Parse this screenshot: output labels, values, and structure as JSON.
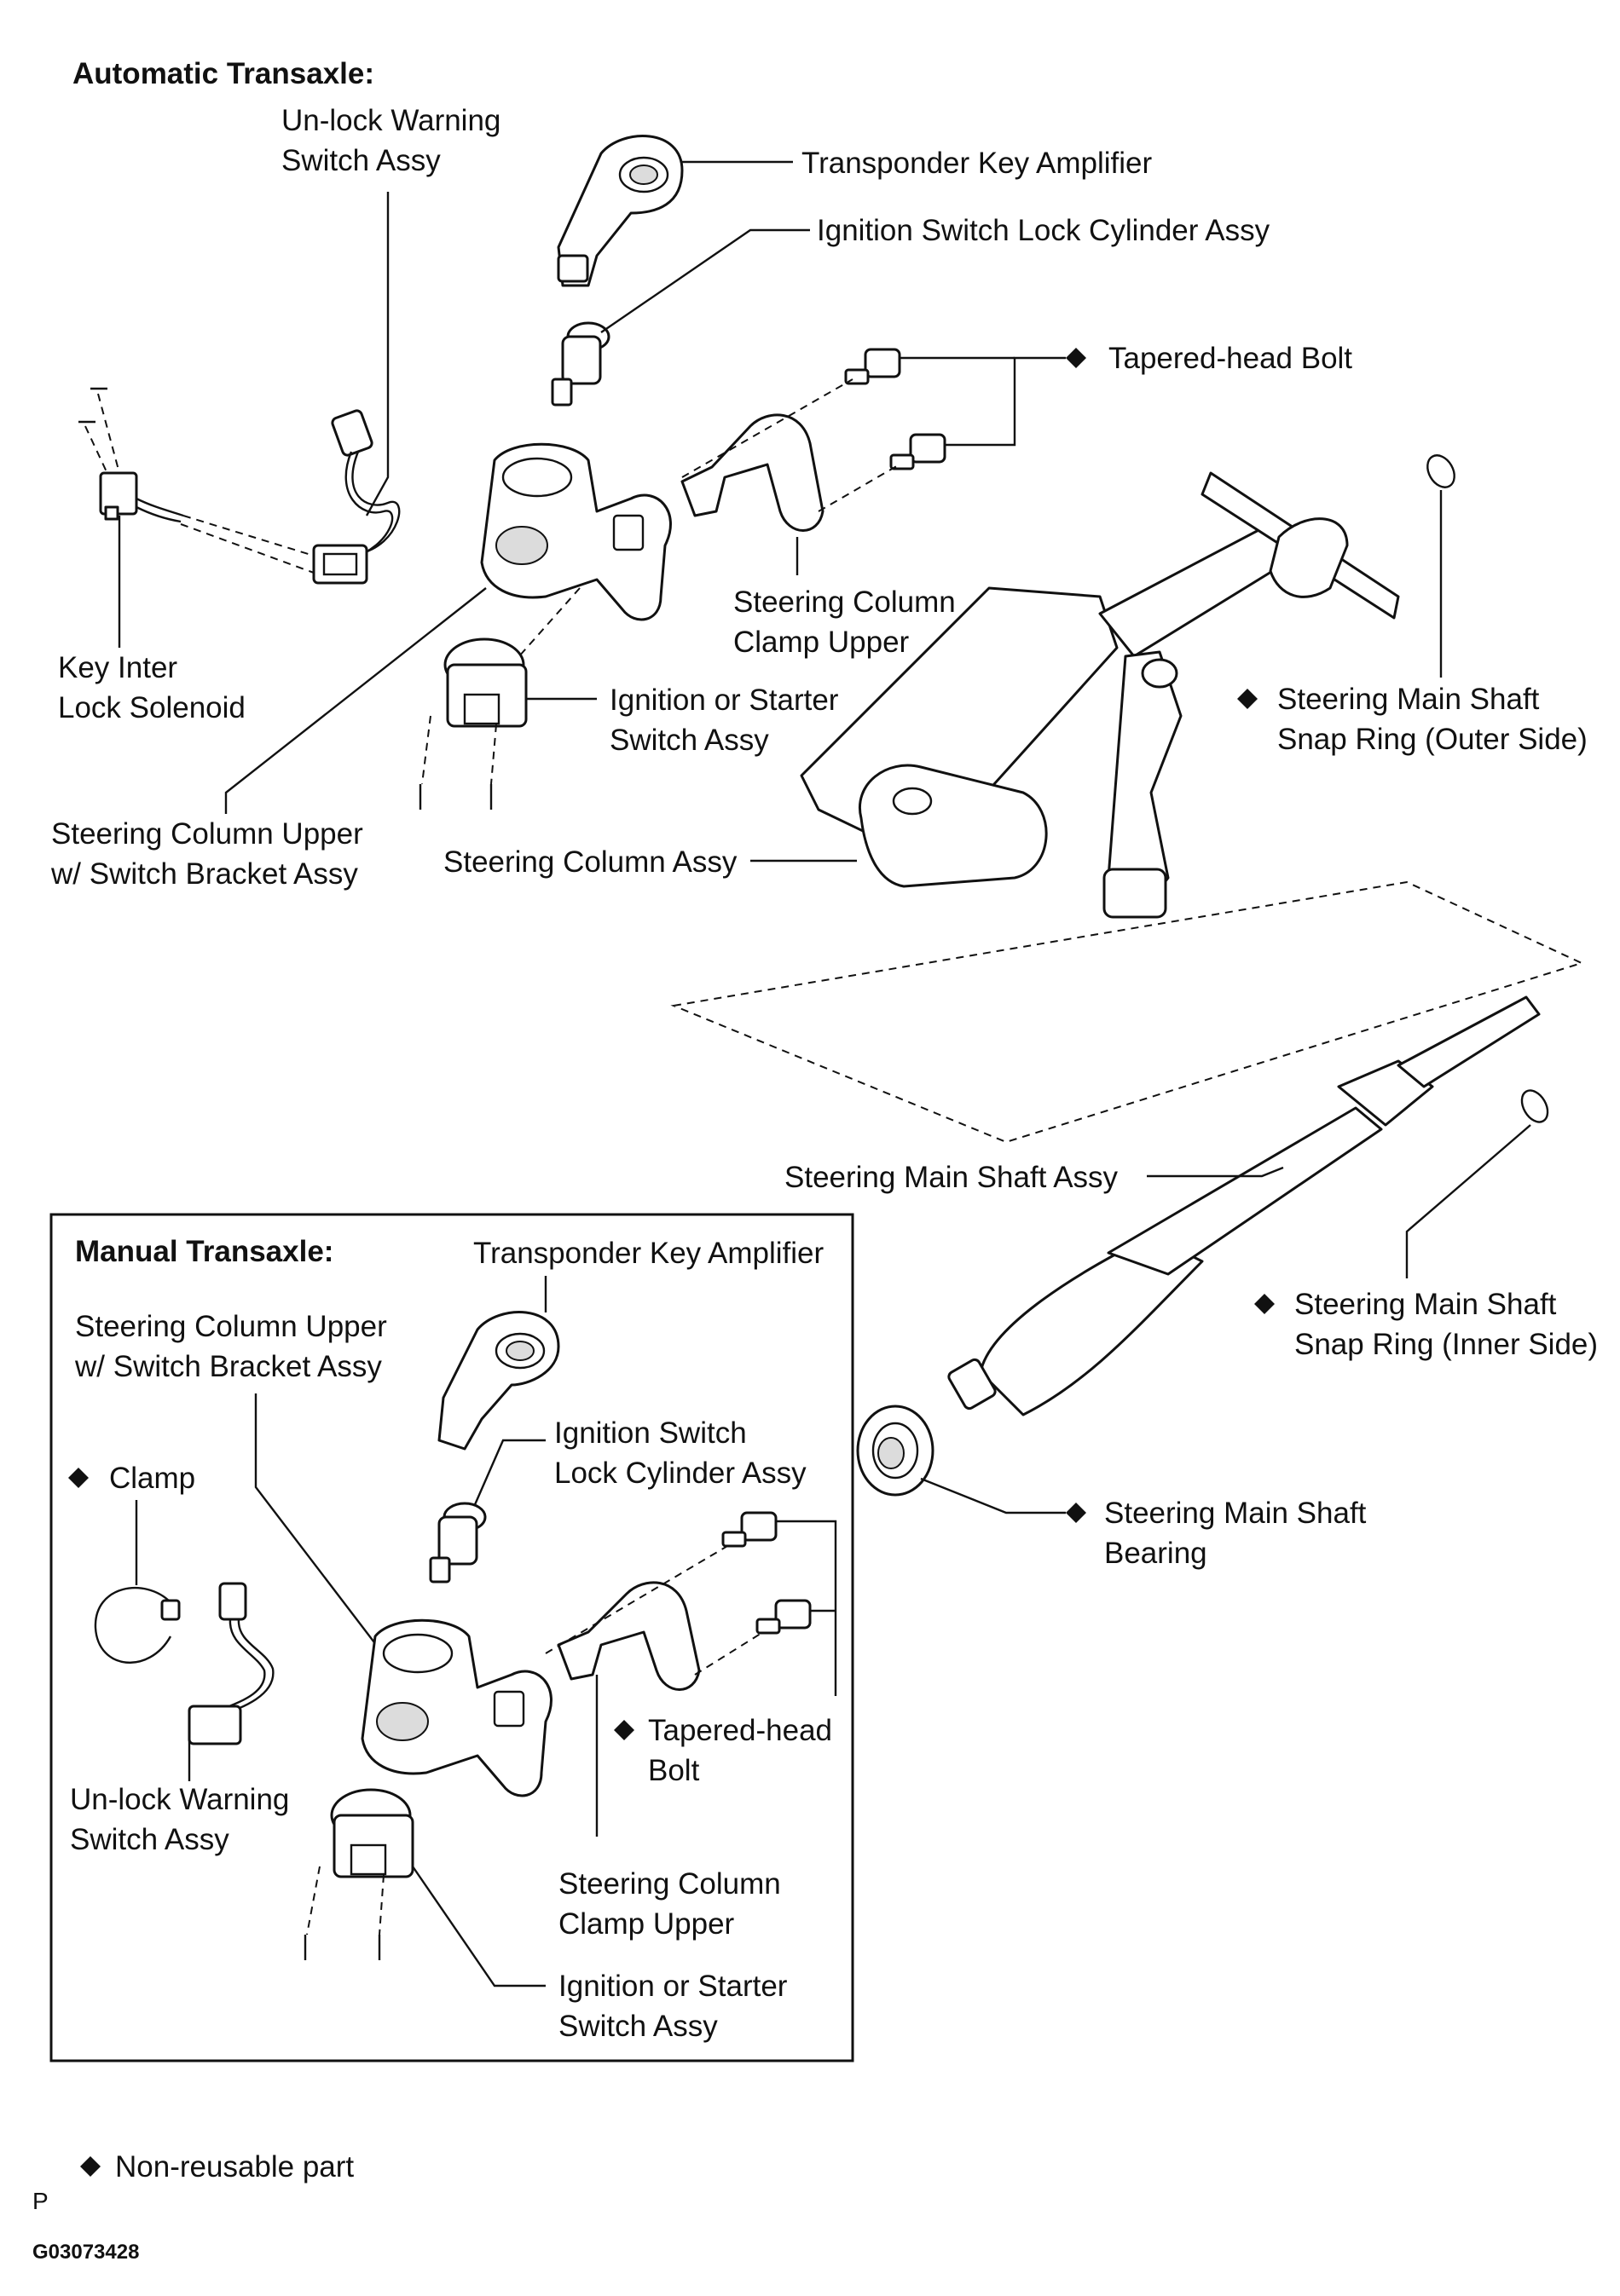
{
  "automatic": {
    "title": "Automatic Transaxle:",
    "unlock_warning_switch": [
      "Un-lock  Warning",
      "Switch Assy"
    ],
    "transponder_key_amplifier": "Transponder Key Amplifier",
    "ignition_switch_lock_cylinder": "Ignition Switch Lock Cylinder Assy",
    "tapered_head_bolt": "Tapered-head  Bolt",
    "steering_column_clamp_upper": [
      "Steering Column",
      "Clamp Upper"
    ],
    "key_interlock_solenoid": [
      "Key Inter",
      "Lock Solenoid"
    ],
    "ignition_starter_switch": [
      "Ignition or Starter",
      "Switch Assy"
    ],
    "steering_main_shaft_snap_ring_outer": [
      "Steering Main Shaft",
      "Snap Ring (Outer Side)"
    ],
    "steering_column_upper_bracket": [
      "Steering Column Upper",
      "w/ Switch Bracket Assy"
    ],
    "steering_column_assy": "Steering Column Assy",
    "steering_main_shaft_assy": "Steering Main Shaft Assy",
    "steering_main_shaft_snap_ring_inner": [
      "Steering Main Shaft",
      "Snap Ring (Inner Side)"
    ],
    "steering_main_shaft_bearing": [
      "Steering Main Shaft",
      "Bearing"
    ]
  },
  "manual": {
    "title": "Manual Transaxle:",
    "transponder_key_amplifier": "Transponder Key Amplifier",
    "steering_column_upper_bracket": [
      "Steering Column Upper",
      "w/ Switch Bracket Assy"
    ],
    "ignition_switch_lock_cylinder": [
      "Ignition Switch",
      "Lock Cylinder Assy"
    ],
    "clamp": "Clamp",
    "tapered_head_bolt": [
      "Tapered-head",
      "Bolt"
    ],
    "unlock_warning_switch": [
      "Un-lock  Warning",
      "Switch Assy"
    ],
    "steering_column_clamp_upper": [
      "Steering Column",
      "Clamp Upper"
    ],
    "ignition_starter_switch": [
      "Ignition or Starter",
      "Switch Assy"
    ]
  },
  "legend": {
    "non_reusable": "Non-reusable  part"
  },
  "footer": {
    "page_marker": "P",
    "figure_code": "G03073428"
  }
}
